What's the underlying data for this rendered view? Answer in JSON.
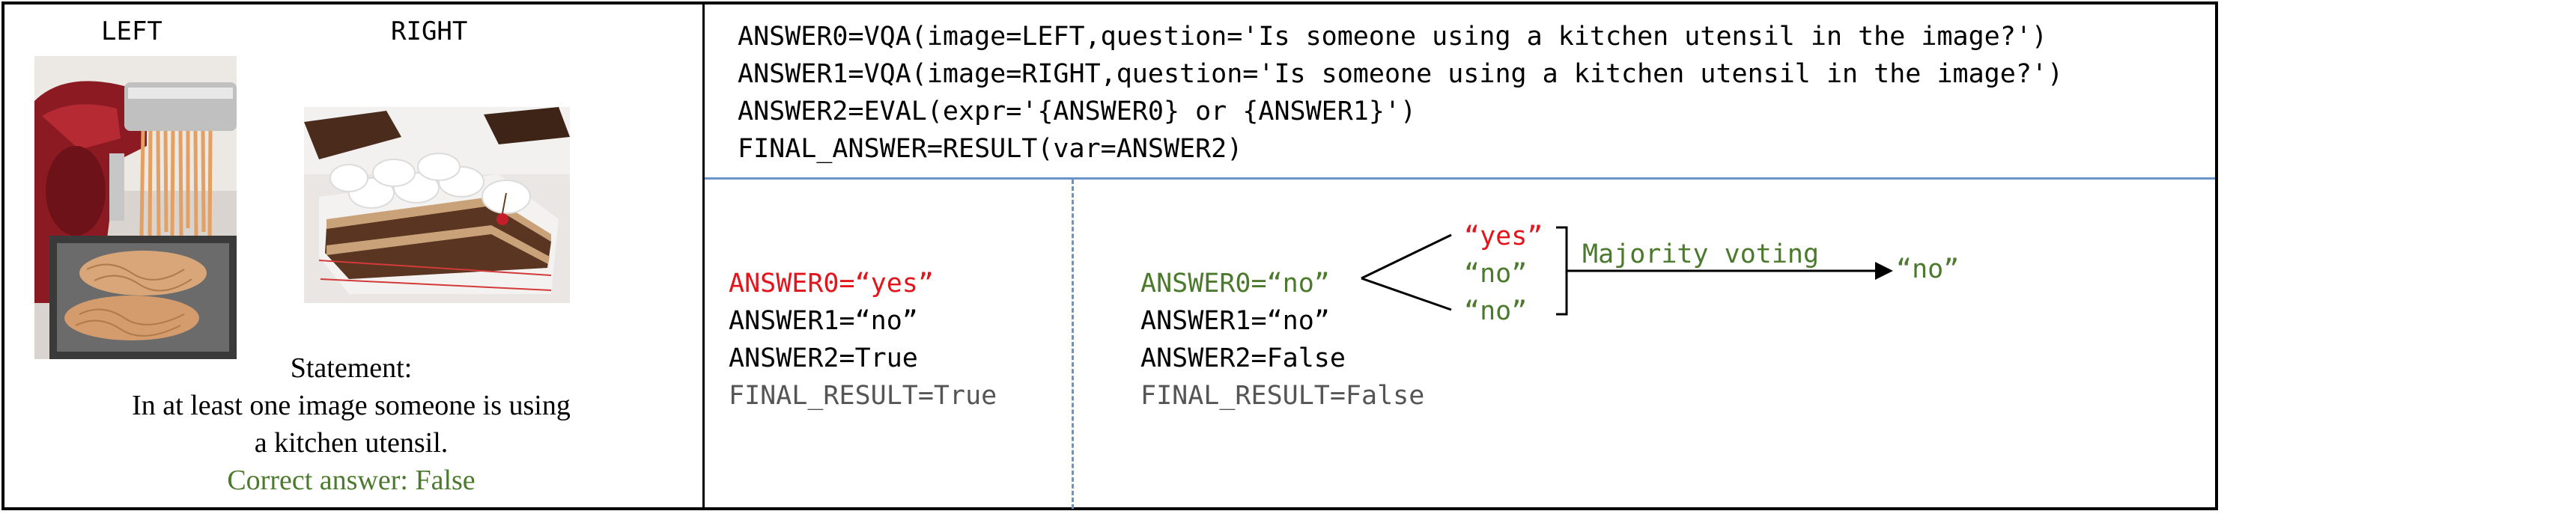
{
  "left_panel": {
    "left_label": "LEFT",
    "right_label": "RIGHT",
    "statement_heading": "Statement:",
    "statement_line1": "In at least one image someone is using",
    "statement_line2": "a kitchen utensil.",
    "correct_answer": "Correct answer: False"
  },
  "program": {
    "lines": [
      "ANSWER0=VQA(image=LEFT,question='Is someone using a kitchen utensil in the image?')",
      "ANSWER1=VQA(image=RIGHT,question='Is someone using a kitchen utensil in the image?')",
      "ANSWER2=EVAL(expr='{ANSWER0} or {ANSWER1}')",
      "FINAL_ANSWER=RESULT(var=ANSWER2)"
    ]
  },
  "run_left": {
    "answer0": "ANSWER0=“yes”",
    "answer1": "ANSWER1=“no”",
    "answer2": "ANSWER2=True",
    "final": "FINAL_RESULT=True"
  },
  "run_right": {
    "answer0": "ANSWER0=“no”",
    "answer1": "ANSWER1=“no”",
    "answer2": "ANSWER2=False",
    "final": "FINAL_RESULT=False",
    "votes": [
      "“yes”",
      "“no”",
      "“no”"
    ],
    "voting_label": "Majority voting",
    "voting_result": "“no”"
  },
  "colors": {
    "wrong": "#e3141b",
    "right": "#4c7a2c",
    "divider": "#6a93c8"
  }
}
